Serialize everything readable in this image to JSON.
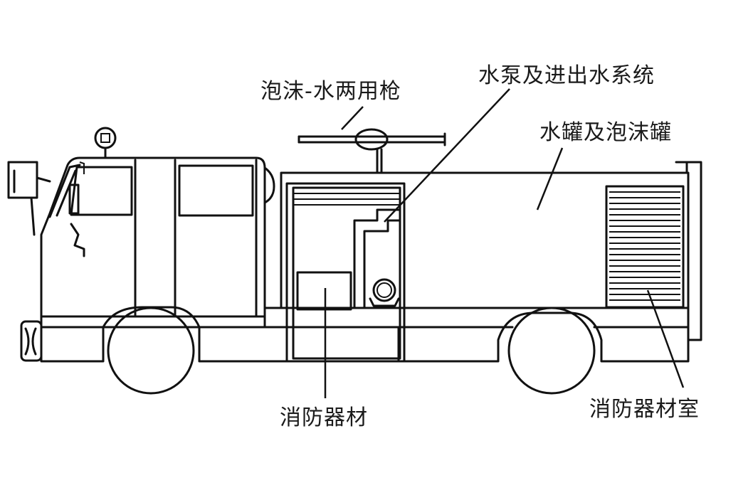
{
  "diagram": {
    "labels": {
      "foam_water_gun": "泡沫-水两用枪",
      "pump_system": "水泵及进出水系统",
      "tanks": "水罐及泡沫罐",
      "equipment": "消防器材",
      "equipment_room": "消防器材室"
    }
  }
}
